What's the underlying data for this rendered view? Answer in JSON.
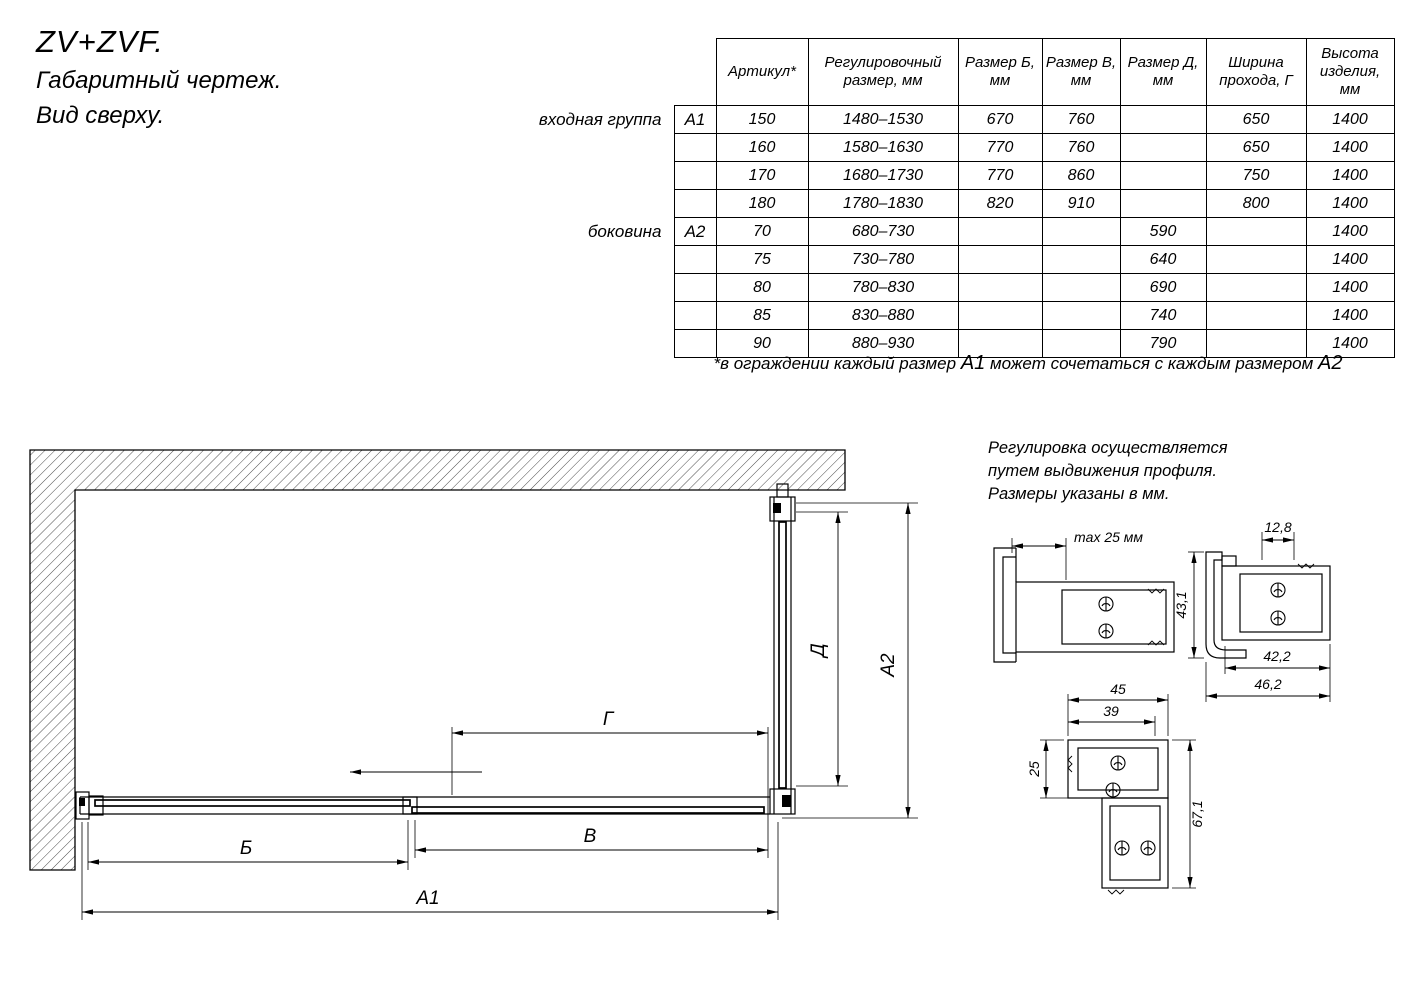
{
  "title": {
    "model": "ZV+ZVF.",
    "line1": "Габаритный чертеж.",
    "line2": "Вид сверху."
  },
  "table": {
    "headers": [
      "Артикул*",
      "Регулировочный размер, мм",
      "Размер Б, мм",
      "Размер В, мм",
      "Размер Д, мм",
      "Ширина прохода, Г",
      "Высота изделия, мм"
    ],
    "groups": [
      {
        "label": "входная группа",
        "code": "А1",
        "rows": [
          [
            "150",
            "1480–1530",
            "670",
            "760",
            "",
            "650",
            "1400"
          ],
          [
            "160",
            "1580–1630",
            "770",
            "760",
            "",
            "650",
            "1400"
          ],
          [
            "170",
            "1680–1730",
            "770",
            "860",
            "",
            "750",
            "1400"
          ],
          [
            "180",
            "1780–1830",
            "820",
            "910",
            "",
            "800",
            "1400"
          ]
        ]
      },
      {
        "label": "боковина",
        "code": "А2",
        "rows": [
          [
            "70",
            "680–730",
            "",
            "",
            "590",
            "",
            "1400"
          ],
          [
            "75",
            "730–780",
            "",
            "",
            "640",
            "",
            "1400"
          ],
          [
            "80",
            "780–830",
            "",
            "",
            "690",
            "",
            "1400"
          ],
          [
            "85",
            "830–880",
            "",
            "",
            "740",
            "",
            "1400"
          ],
          [
            "90",
            "880–930",
            "",
            "",
            "790",
            "",
            "1400"
          ]
        ]
      }
    ],
    "footnote": {
      "p1": "*в ограждении каждый размер ",
      "a1": "А1",
      "p2": " может сочетаться с каждым размером ",
      "a2": "А2"
    }
  },
  "note": {
    "line1": "Регулировка осуществляется",
    "line2": "путем выдвижения профиля.",
    "line3": "Размеры указаны в мм."
  },
  "drawing": {
    "dims": {
      "A1": "А1",
      "A2": "А2",
      "B": "Б",
      "V": "В",
      "G": "Г",
      "D": "Д"
    }
  },
  "profiles": {
    "p1": {
      "dim_max": "max 25 мм"
    },
    "p2": {
      "dim_top": "12,8",
      "dim_left": "43,1",
      "dim_bottom1": "42,2",
      "dim_bottom2": "46,2"
    },
    "p3": {
      "dim_top1": "45",
      "dim_top2": "39",
      "dim_left": "25",
      "dim_right": "67,1"
    }
  }
}
